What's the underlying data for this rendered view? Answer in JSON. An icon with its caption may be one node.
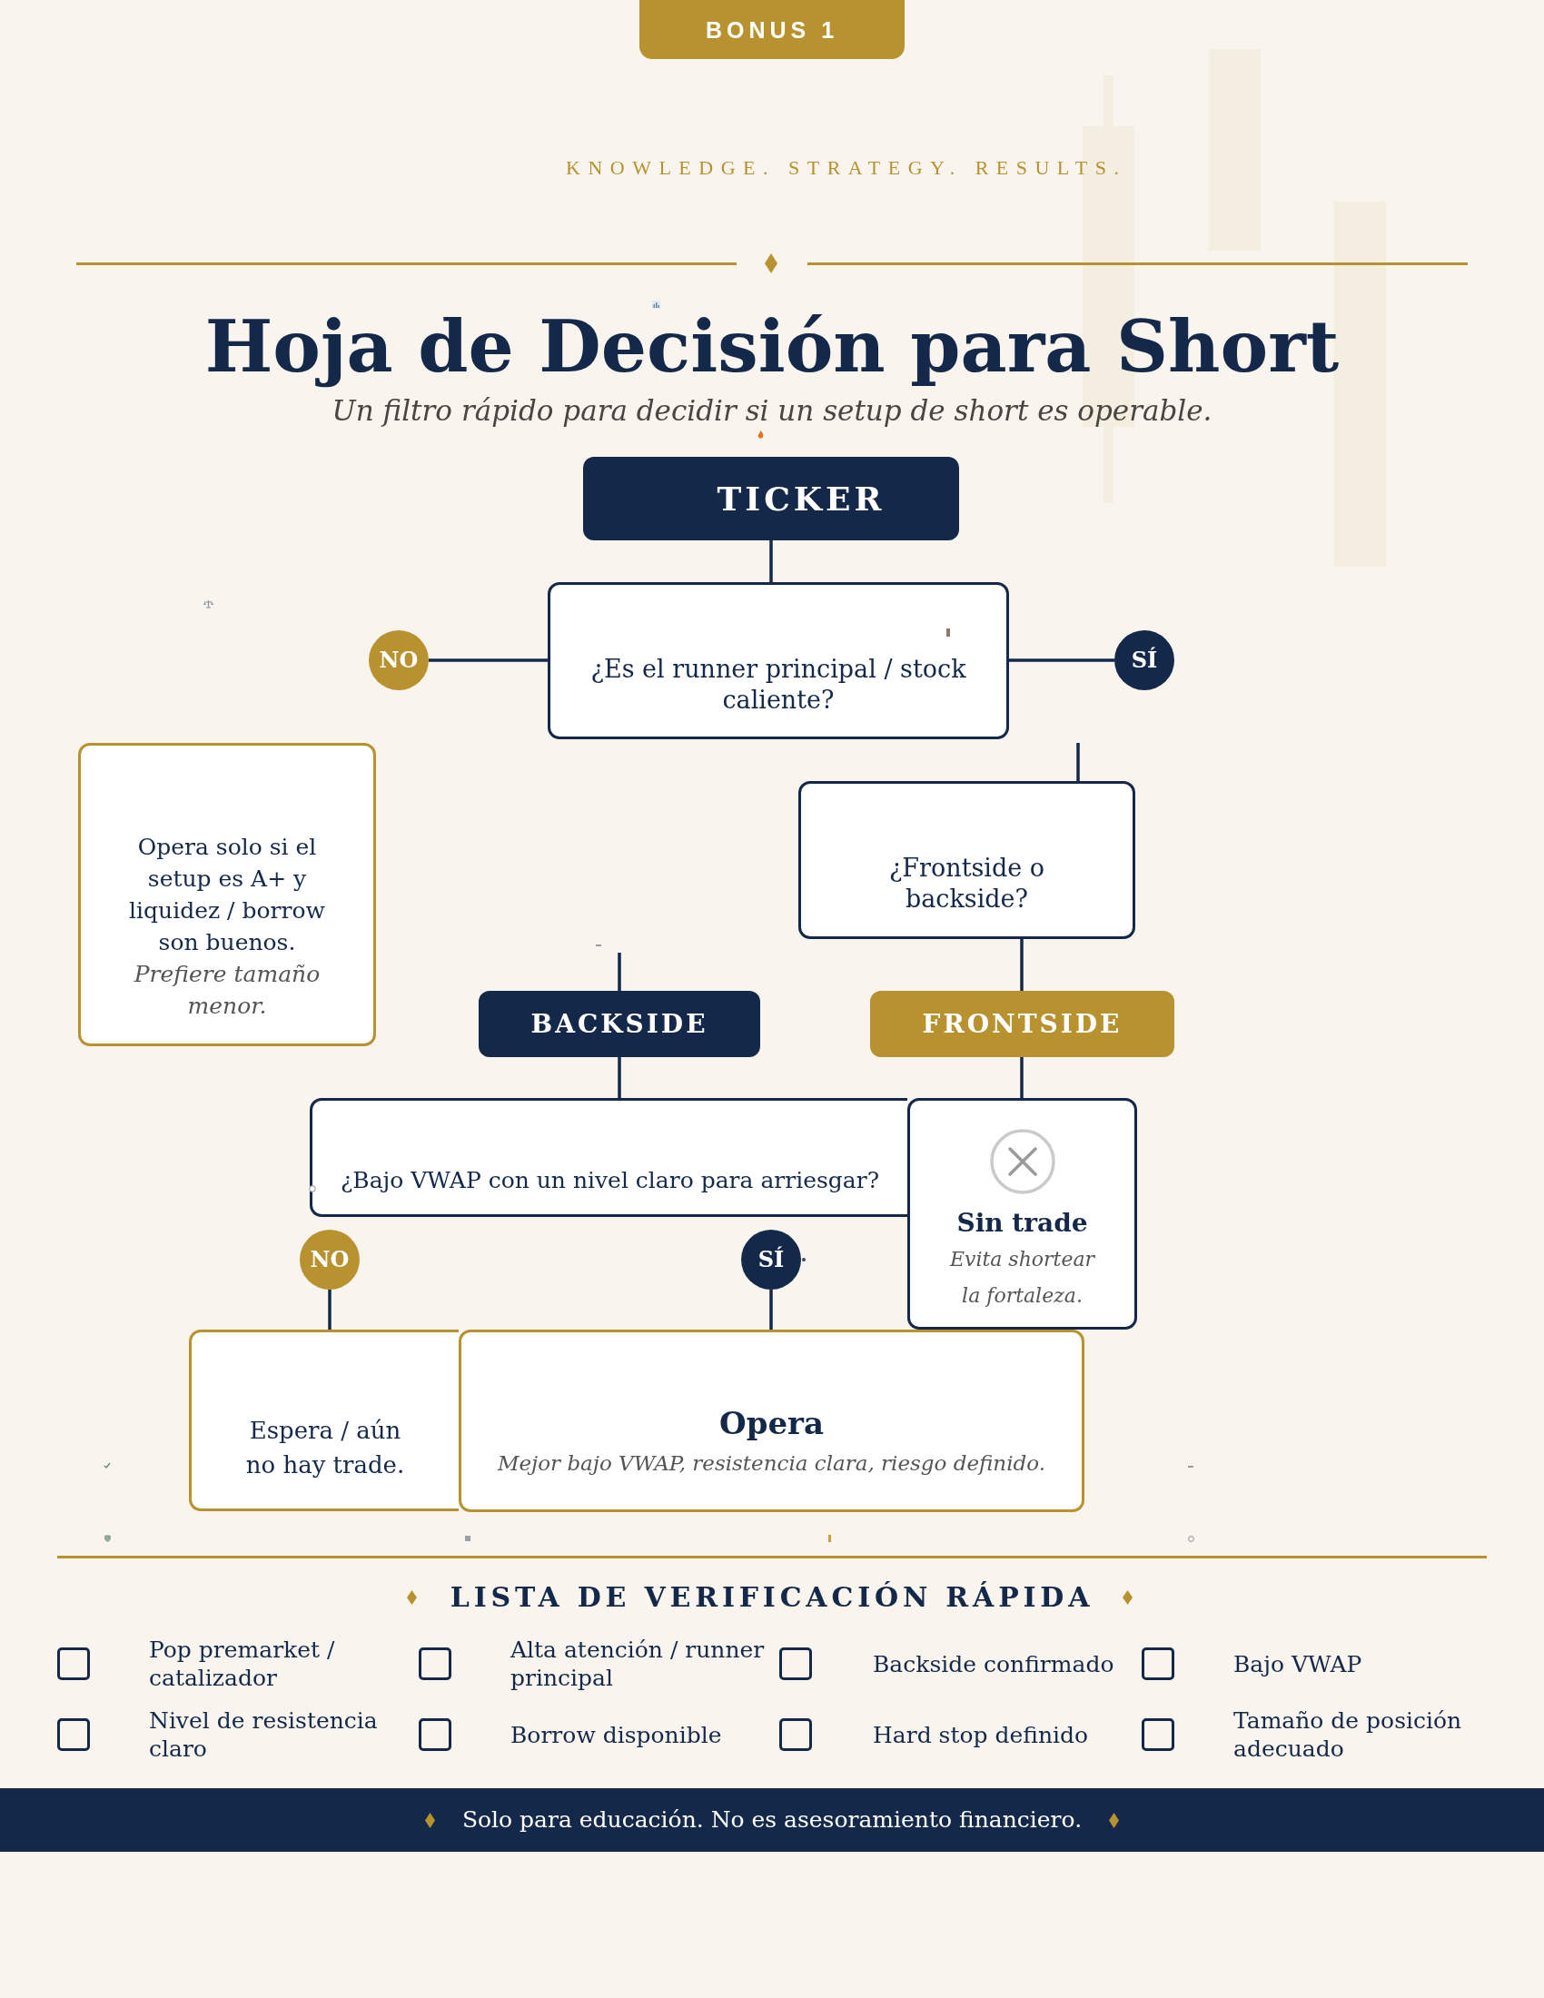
{
  "diagram": {
    "title": "Hoja de Decisión para Short",
    "nodes": [
      {
        "text": [
          "BONUS 1"
        ]
      },
      {
        "text": [
          "TICKER"
        ]
      },
      {
        "text": [
          "¿Es el runner principal / stock caliente?"
        ]
      },
      {
        "text": [
          "NO"
        ]
      },
      {
        "text": [
          "SÍ"
        ]
      },
      {
        "text": [
          "Opera solo si el setup es A+ y liquidez / borrow son buenos.",
          "Prefiere tamaño menor."
        ]
      },
      {
        "text": [
          "¿Frontside o backside?"
        ]
      },
      {
        "text": [
          "BACKSIDE"
        ]
      },
      {
        "text": [
          "FRONTSIDE"
        ]
      },
      {
        "text": [
          "¿Bajo VWAP con un nivel claro para arriesgar?"
        ]
      },
      {
        "text": [
          "Sin trade",
          "Evita shortear la fortaleza."
        ]
      },
      {
        "text": [
          "NO"
        ]
      },
      {
        "text": [
          "SÍ"
        ]
      },
      {
        "text": [
          "Espera / aún no hay trade."
        ]
      },
      {
        "text": [
          "Opera",
          "Mejor bajo VWAP, resistencia clara, riesgo definido."
        ]
      }
    ],
    "edges": [
      {
        "from": 1,
        "to": 2,
        "arrow": "none"
      },
      {
        "from": 2,
        "to": 3,
        "arrow": "none"
      },
      {
        "from": 2,
        "to": 4,
        "arrow": "none"
      },
      {
        "from": null,
        "to": 6,
        "arrow": "none"
      },
      {
        "from": null,
        "to": 7,
        "arrow": "none"
      },
      {
        "from": 6,
        "to": 8,
        "arrow": "none"
      },
      {
        "from": 7,
        "to": 9,
        "arrow": "none"
      },
      {
        "from": 8,
        "to": 10,
        "arrow": "none"
      },
      {
        "from": 11,
        "to": 13,
        "arrow": "none"
      },
      {
        "from": 12,
        "to": 14,
        "arrow": "none"
      }
    ],
    "labels": [
      "KNOWLEDGE. STRATEGY. RESULTS.",
      "Un filtro rápido para decidir si un setup de short es operable.",
      "LISTA DE VERIFICACIÓN RÁPIDA",
      "Pop premarket / catalizador",
      "Alta atención / runner principal",
      "Backside confirmado",
      "Bajo VWAP",
      "Nivel de resistencia claro",
      "Borrow disponible",
      "Hard stop definido",
      "Tamaño de posición adecuado",
      "Solo para educación. No es asesoramiento financiero."
    ]
  }
}
